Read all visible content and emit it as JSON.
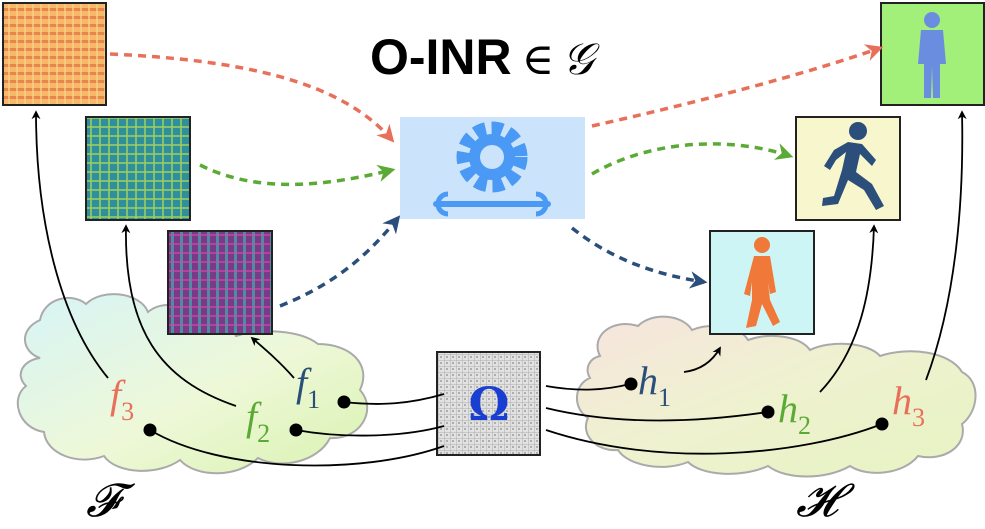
{
  "title": {
    "main": "O-INR",
    "element_of": "∈",
    "group": "𝒢"
  },
  "cloud_left": {
    "label": "𝓕",
    "functions": [
      {
        "symbol": "f",
        "subscript": "1",
        "color": "#2b4f7a"
      },
      {
        "symbol": "f",
        "subscript": "2",
        "color": "#5aaa35"
      },
      {
        "symbol": "f",
        "subscript": "3",
        "color": "#e8705a"
      }
    ]
  },
  "cloud_right": {
    "label": "𝓗",
    "functions": [
      {
        "symbol": "h",
        "subscript": "1",
        "color": "#2b4f7a"
      },
      {
        "symbol": "h",
        "subscript": "2",
        "color": "#5aaa35"
      },
      {
        "symbol": "h",
        "subscript": "3",
        "color": "#e8705a"
      }
    ]
  },
  "domain": {
    "symbol": "Ω",
    "color": "#1a3fd0"
  },
  "operator": {
    "icon": "gear-wrench-icon",
    "color": "#4a9af5",
    "background": "#cce4fb"
  },
  "inputs": [
    {
      "icon": "orange-grid-texture",
      "color": "#f5a35a"
    },
    {
      "icon": "teal-grid-texture",
      "color": "#3aa3a0"
    },
    {
      "icon": "purple-grid-texture",
      "color": "#8a3a8f"
    }
  ],
  "outputs": [
    {
      "icon": "standing-person-icon",
      "background": "#a2ef7a",
      "figure": "#6b8de0"
    },
    {
      "icon": "running-person-icon",
      "background": "#f8f6cc",
      "figure": "#2b4f7a"
    },
    {
      "icon": "walking-person-icon",
      "background": "#cdf5f5",
      "figure": "#f07838"
    }
  ]
}
